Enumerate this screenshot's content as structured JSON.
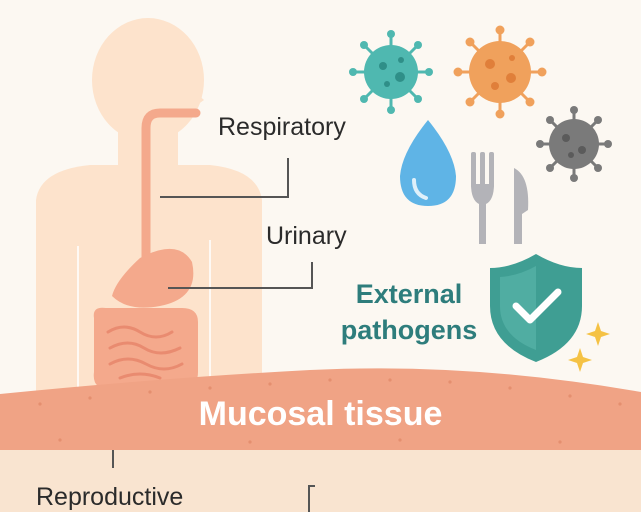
{
  "labels": {
    "respiratory": "Respiratory",
    "urinary": "Urinary",
    "reproductive": "Reproductive",
    "external_pathogens_line1": "External",
    "external_pathogens_line2": "pathogens",
    "mucosal_tissue": "Mucosal tissue"
  },
  "icons": [
    "virus-teal-icon",
    "virus-orange-icon",
    "virus-gray-icon",
    "water-drop-icon",
    "fork-knife-icon",
    "shield-check-icon",
    "sparkle-icon"
  ],
  "colors": {
    "background": "#fcf8f2",
    "body_silhouette": "#fde3cc",
    "digestive_tract": "#f4a98c",
    "mucosal_band": "#f0a385",
    "lower_tissue": "#f9e4d0",
    "virus_teal": "#4fb8b0",
    "virus_orange": "#f0a15c",
    "virus_gray": "#7a7a7a",
    "water_drop": "#5fb4e6",
    "utensils": "#b3b3b8",
    "shield": "#3f9e93",
    "sparkle": "#f5c244",
    "label_teal": "#2e7d7c"
  }
}
